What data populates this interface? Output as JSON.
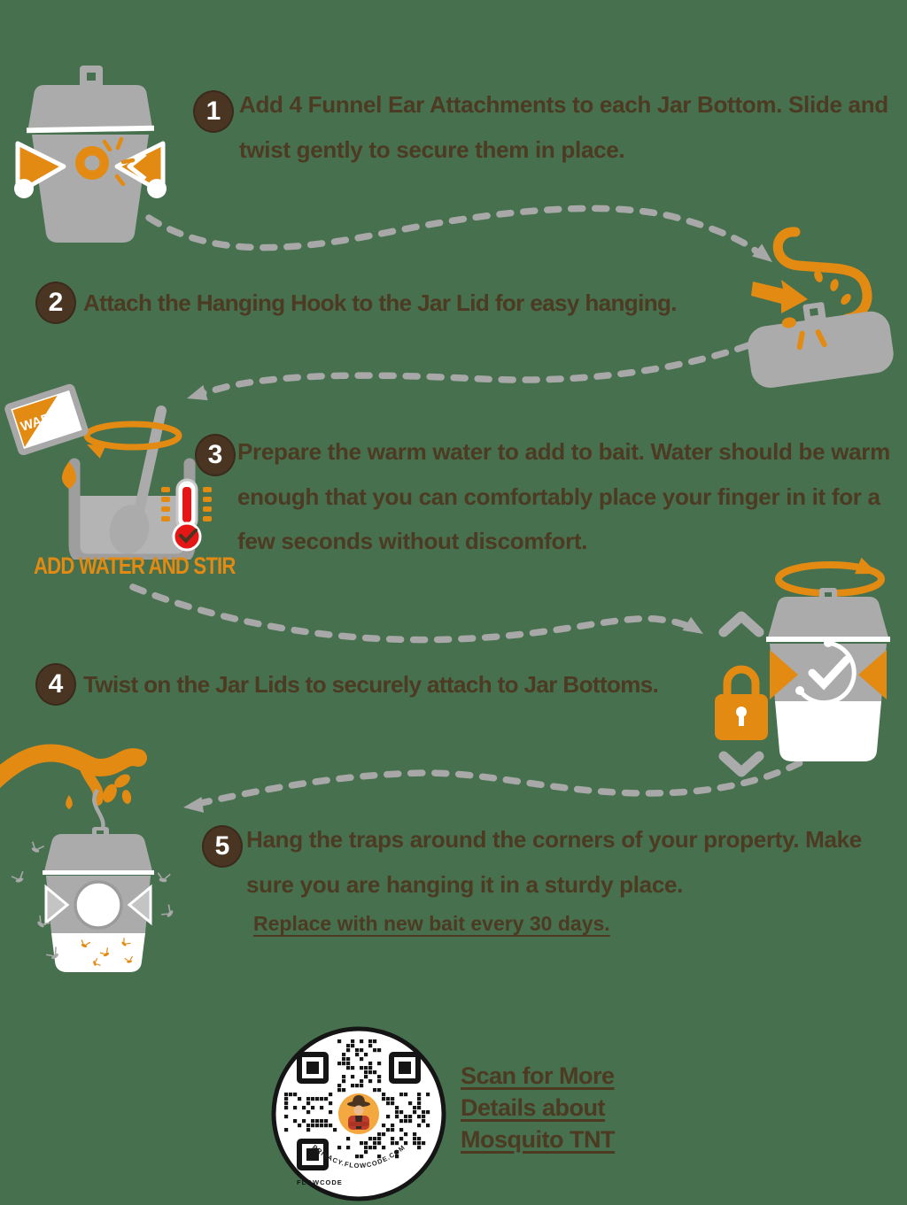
{
  "page": {
    "background_color": "#47704E",
    "type": "instruction-infographic"
  },
  "colors": {
    "orange": "#E38A12",
    "brown": "#4A3523",
    "text_brown": "#4C3A22",
    "gray": "#ABABAB",
    "red": "#E41616",
    "white": "#FFFFFF"
  },
  "steps": [
    {
      "number": "1",
      "text": "Add 4 Funnel Ear Attachments to each Jar Bottom. Slide and twist gently to secure them in place."
    },
    {
      "number": "2",
      "text": "Attach the Hanging Hook to the Jar Lid for easy hanging."
    },
    {
      "number": "3",
      "text": "Prepare the warm water to add to bait. Water should be warm enough that you can comfortably place your finger in it for a few seconds without discomfort."
    },
    {
      "number": "4",
      "text": "Twist on the Jar Lids to securely attach to Jar Bottoms."
    },
    {
      "number": "5",
      "text": "Hang the traps around the corners of your property. Make sure you are hanging it in a sturdy place.",
      "note": "Replace with new bait every 30 days."
    }
  ],
  "illustrations": {
    "warm_label": "WARM",
    "add_water_caption": "ADD WATER AND STIR"
  },
  "qr": {
    "brand": "FLOWCODE",
    "privacy_url": "PRIVACY.FLOWCODE.COM",
    "cta_lines": [
      "Scan for More",
      "Details about",
      "Mosquito TNT"
    ]
  }
}
